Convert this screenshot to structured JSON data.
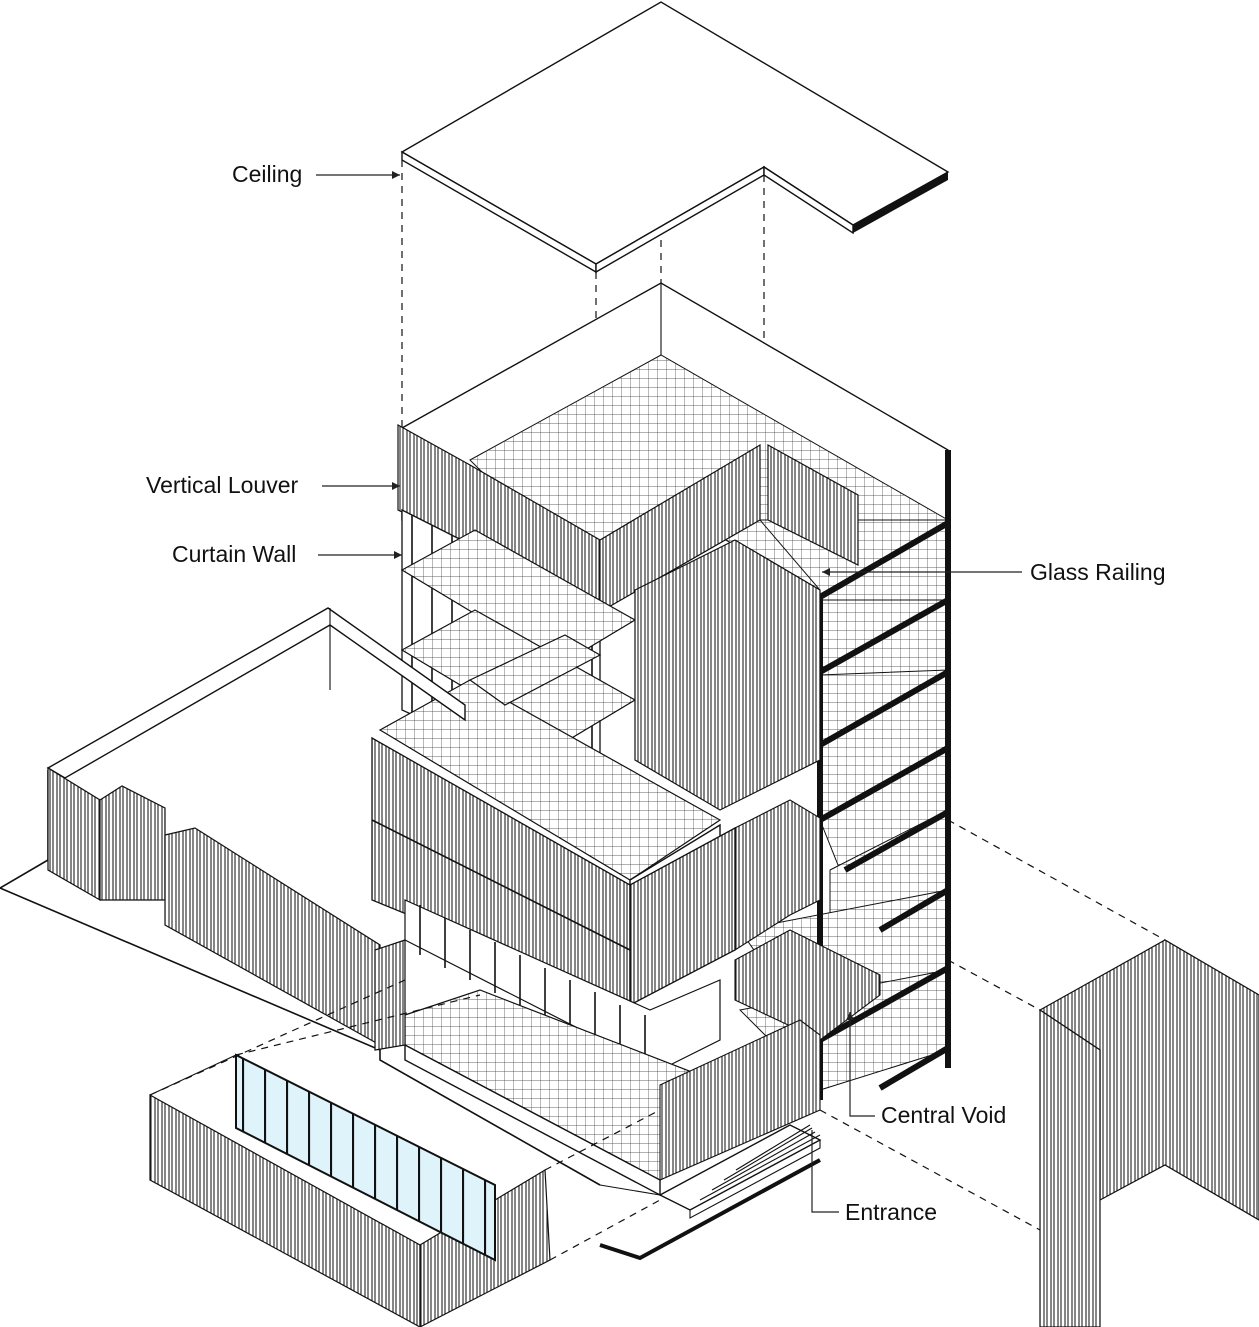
{
  "labels": {
    "ceiling": "Ceiling",
    "vertical_louver": "Vertical Louver",
    "curtain_wall": "Curtain Wall",
    "glass_railing": "Glass Railing",
    "central_void": "Central Void",
    "entrance": "Entrance"
  },
  "colors": {
    "line": "#111111",
    "glass": "#dff3fb",
    "background": "#ffffff"
  }
}
